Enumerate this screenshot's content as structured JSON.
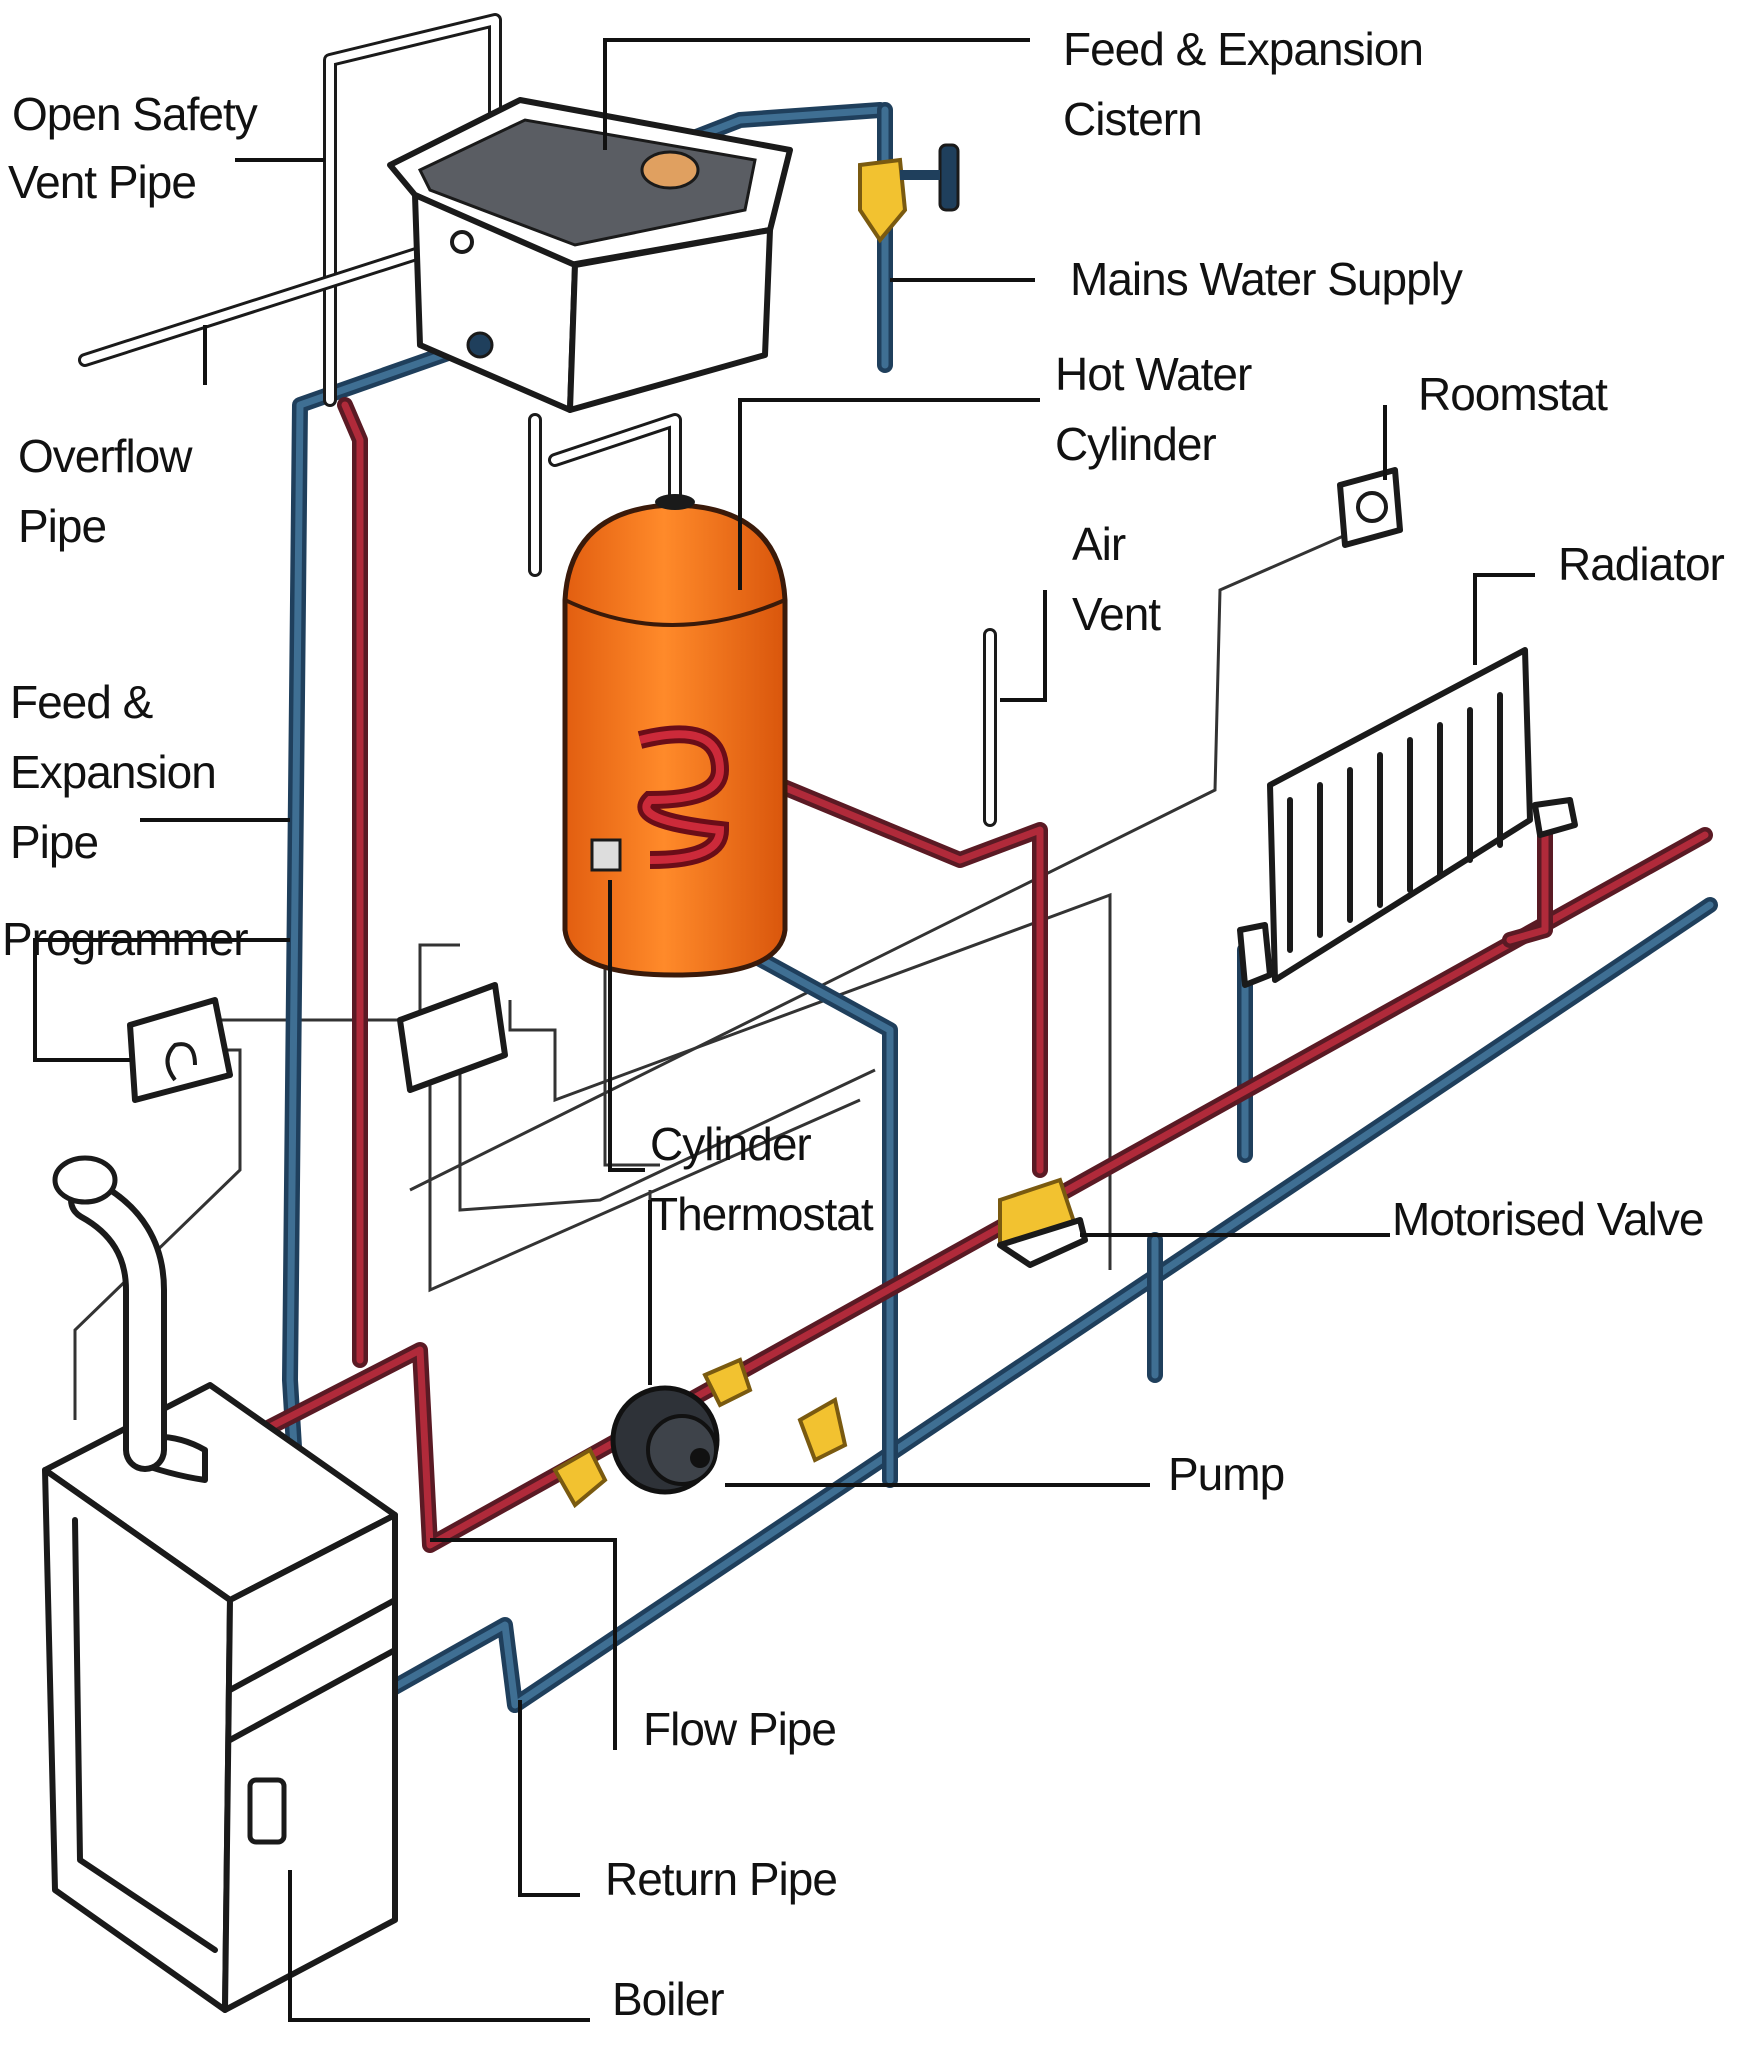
{
  "labels": {
    "feed_expansion_cistern_1": "Feed & Expansion",
    "feed_expansion_cistern_2": "Cistern",
    "open_safety_vent_pipe_1": "Open Safety",
    "open_safety_vent_pipe_2": "Vent Pipe",
    "mains_water_supply": "Mains Water Supply",
    "hot_water_cylinder_1": "Hot Water",
    "hot_water_cylinder_2": "Cylinder",
    "roomstat": "Roomstat",
    "overflow_pipe_1": "Overflow",
    "overflow_pipe_2": "Pipe",
    "air_vent_1": "Air",
    "air_vent_2": "Vent",
    "radiator": "Radiator",
    "feed_expansion_pipe_1": "Feed &",
    "feed_expansion_pipe_2": "Expansion",
    "feed_expansion_pipe_3": "Pipe",
    "programmer": "Programmer",
    "cylinder_thermostat_1": "Cylinder",
    "cylinder_thermostat_2": "Thermostat",
    "motorised_valve": "Motorised Valve",
    "pump": "Pump",
    "flow_pipe": "Flow Pipe",
    "return_pipe": "Return Pipe",
    "boiler": "Boiler"
  },
  "colors": {
    "flow_pipe": "#b02a3a",
    "return_pipe": "#1f3f5c",
    "cylinder": "#f07a1a",
    "fittings": "#f2c230",
    "outline": "#1a1a1a"
  }
}
